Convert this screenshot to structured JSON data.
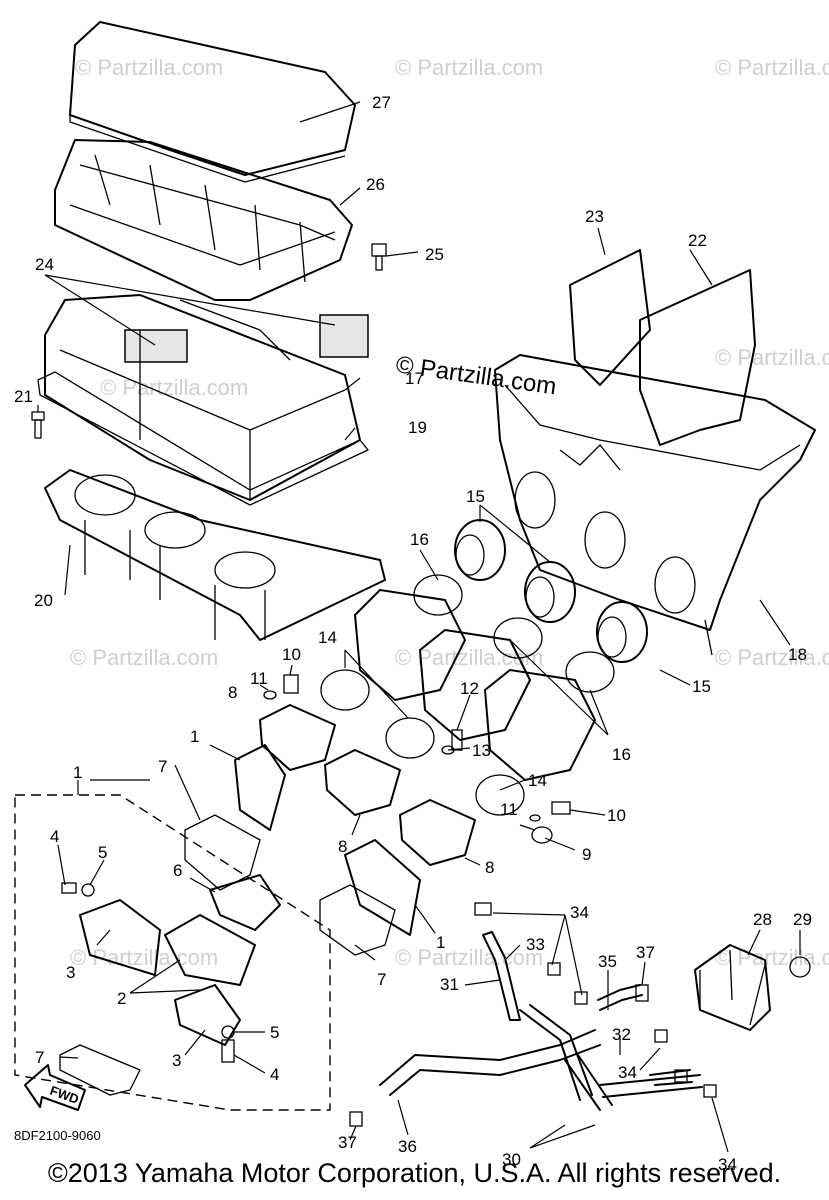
{
  "watermark": "© Partzilla.com",
  "diagram_code": "8DF2100-9060",
  "copyright": "©2013 Yamaha Motor Corporation, U.S.A. All rights reserved.",
  "fwd_label": "FWD",
  "callouts": {
    "c27": "27",
    "c26": "26",
    "c25": "25",
    "c24": "24",
    "c23": "23",
    "c22": "22",
    "c21": "21",
    "c17": "17",
    "c19": "19",
    "c20": "20",
    "c15a": "15",
    "c15b": "15",
    "c16a": "16",
    "c16b": "16",
    "c18": "18",
    "c10a": "10",
    "c11a": "11",
    "c14a": "14",
    "c8a": "8",
    "c12": "12",
    "c13": "13",
    "c1a": "1",
    "c7a": "7",
    "c14b": "14",
    "c11b": "11",
    "c10b": "10",
    "c9": "9",
    "c8b": "8",
    "c8c": "8",
    "c1b": "1",
    "c4a": "4",
    "c5a": "5",
    "c6": "6",
    "c3a": "3",
    "c2": "2",
    "c5b": "5",
    "c3b": "3",
    "c4b": "4",
    "c7b": "7",
    "c7c": "7",
    "c34a": "34",
    "c33": "33",
    "c28": "28",
    "c29": "29",
    "c37a": "37",
    "c35": "35",
    "c31": "31",
    "c32": "32",
    "c34b": "34",
    "c36": "36",
    "c30": "30",
    "c37b": "37",
    "c34c": "34",
    "c1c": "1"
  }
}
